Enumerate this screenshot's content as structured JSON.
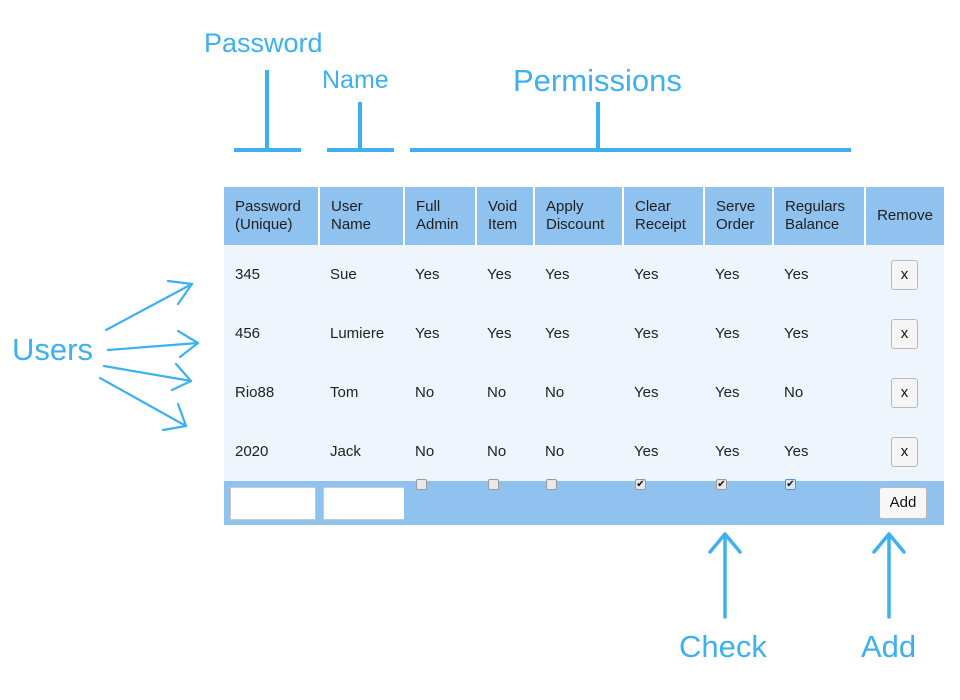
{
  "annotations": {
    "password": "Password",
    "name": "Name",
    "permissions": "Permissions",
    "users": "Users",
    "check": "Check",
    "add": "Add",
    "color": "#3db1ef"
  },
  "table": {
    "headers": [
      [
        "Password",
        "(Unique)"
      ],
      [
        "User",
        "Name"
      ],
      [
        "Full",
        "Admin"
      ],
      [
        "Void",
        "Item"
      ],
      [
        "Apply",
        "Discount"
      ],
      [
        "Clear",
        "Receipt"
      ],
      [
        "Serve",
        "Order"
      ],
      [
        "Regulars",
        "Balance"
      ],
      [
        "Remove",
        ""
      ]
    ],
    "rows": [
      [
        "345",
        "Sue",
        "Yes",
        "Yes",
        "Yes",
        "Yes",
        "Yes",
        "Yes"
      ],
      [
        "456",
        "Lumiere",
        "Yes",
        "Yes",
        "Yes",
        "Yes",
        "Yes",
        "Yes"
      ],
      [
        "Rio88",
        "Tom",
        "No",
        "No",
        "No",
        "Yes",
        "Yes",
        "No"
      ],
      [
        "2020",
        "Jack",
        "No",
        "No",
        "No",
        "Yes",
        "Yes",
        "Yes"
      ]
    ],
    "remove_label": "x",
    "add_row": {
      "password_value": "",
      "name_value": "",
      "checkboxes": [
        false,
        false,
        false,
        true,
        true,
        true
      ],
      "checkbox_glyph": "✔",
      "add_label": "Add"
    },
    "header_color": "#90c2ef",
    "row_color": "#eef5fc"
  }
}
